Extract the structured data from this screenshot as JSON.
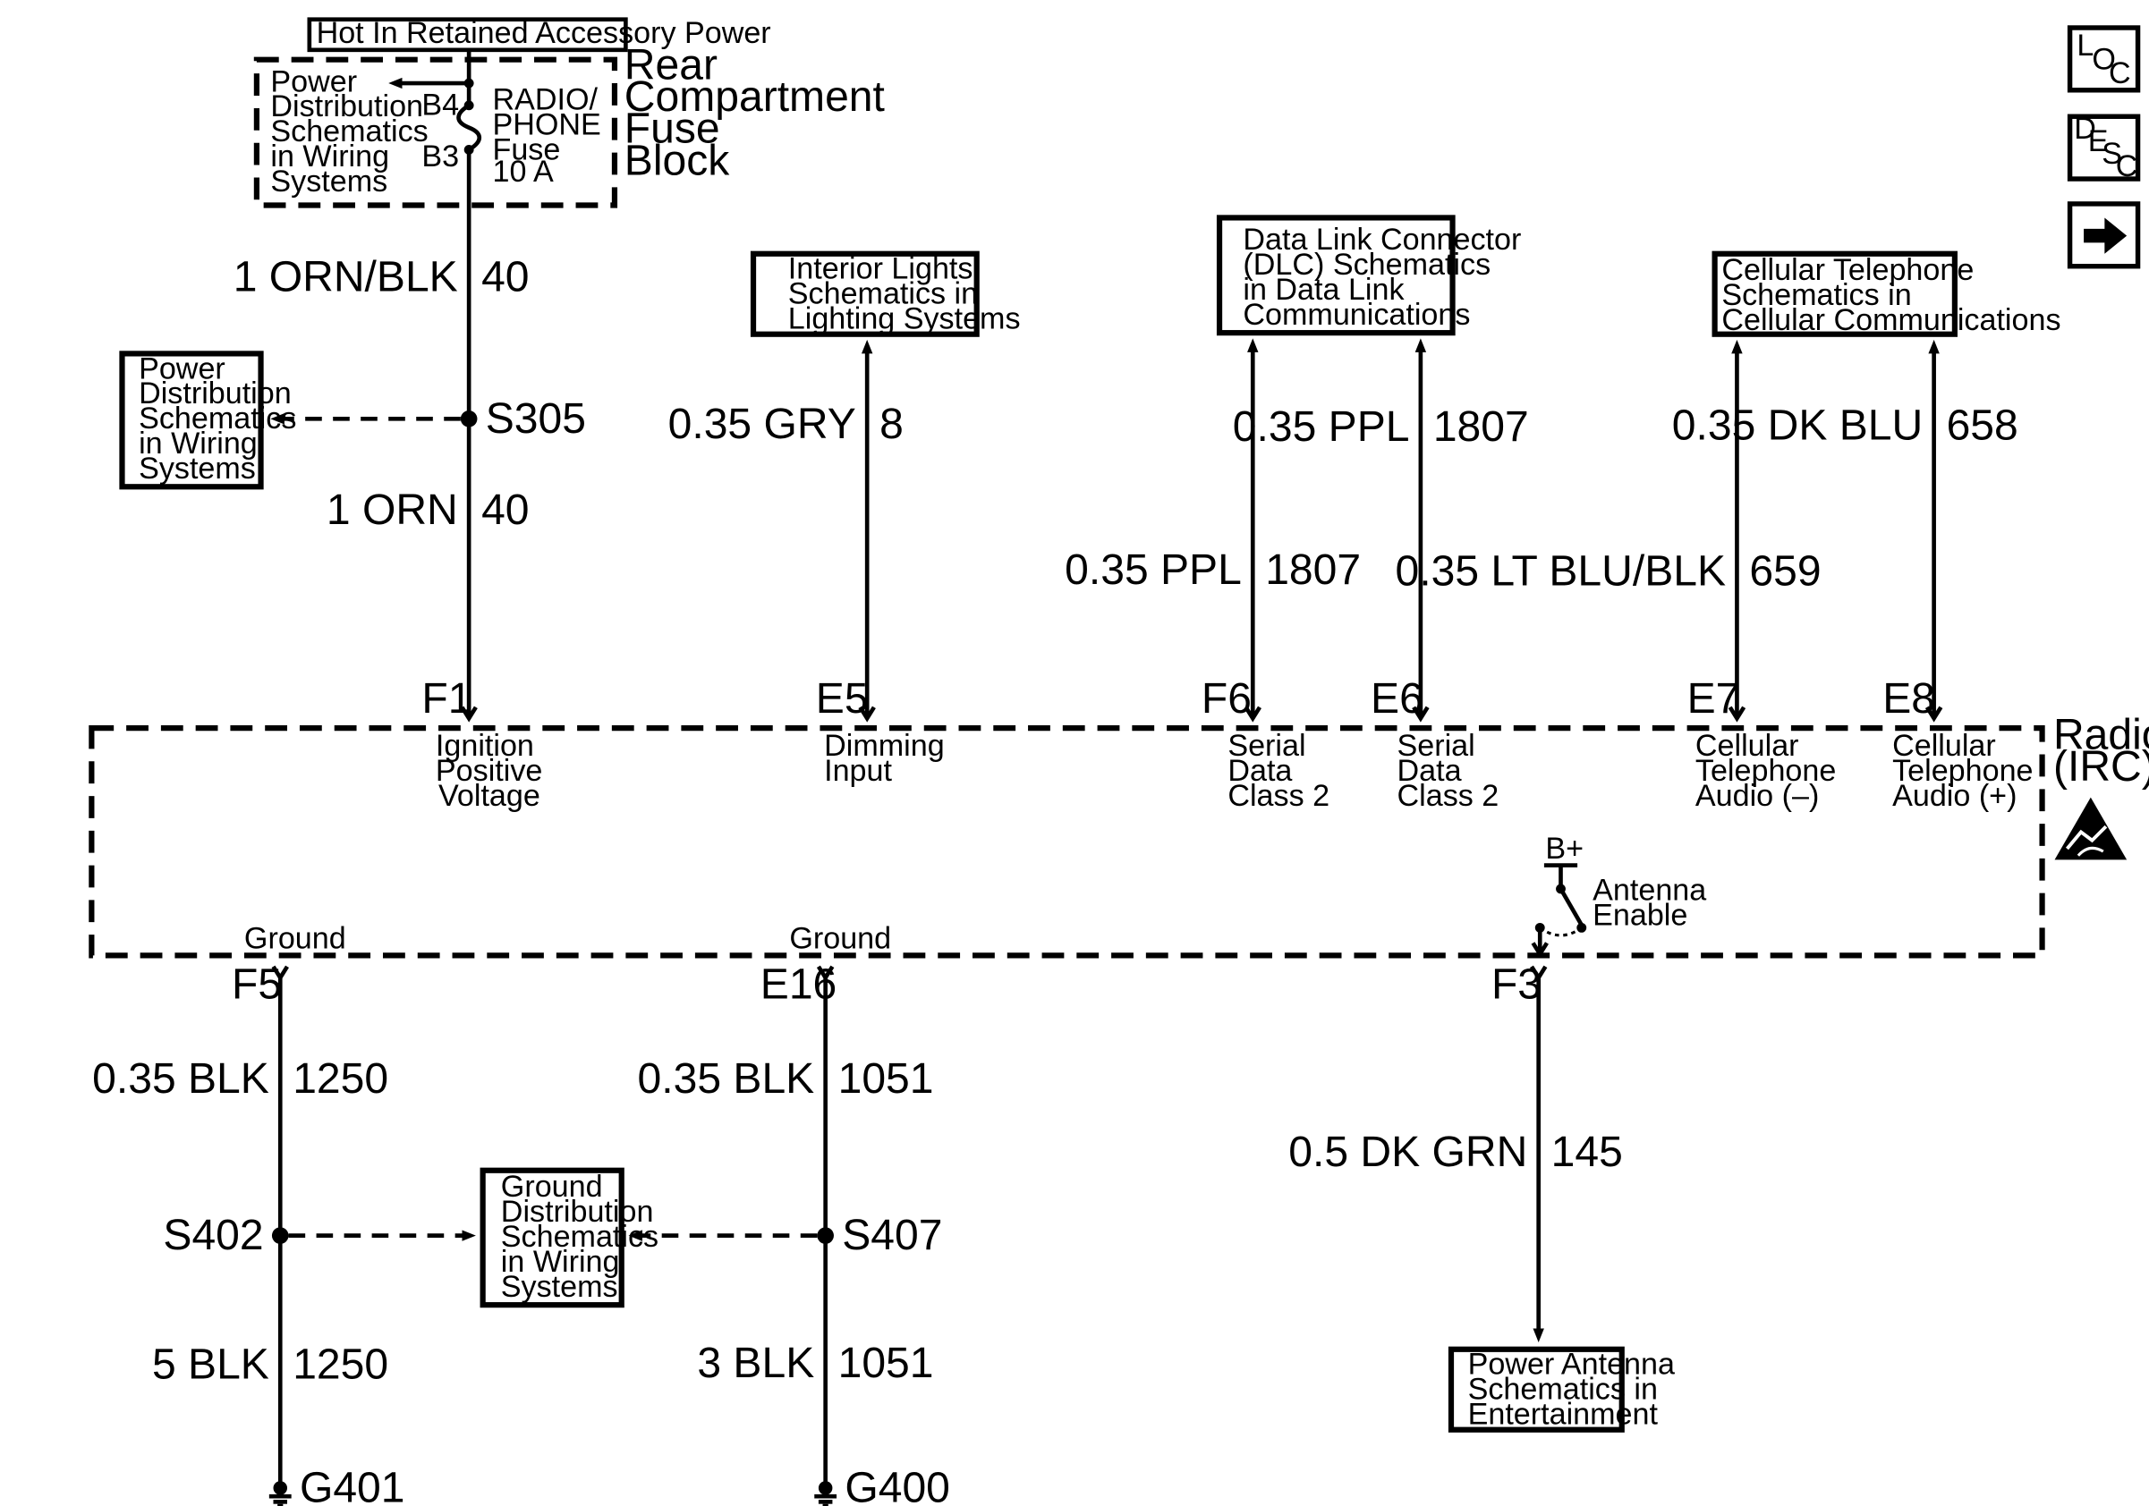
{
  "accessory_power": "Hot In Retained Accessory Power",
  "fuse_block": {
    "name_lines": [
      "Rear",
      "Compartment",
      "Fuse",
      "Block"
    ],
    "ref_lines": [
      "Power",
      "Distribution",
      "Schematics",
      "in Wiring",
      "Systems"
    ],
    "pin_top": "B4",
    "pin_bottom": "B3",
    "fuse_lines": [
      "RADIO/",
      "PHONE",
      "Fuse",
      "10 A"
    ]
  },
  "power_ref_s305_lines": [
    "Power",
    "Distribution",
    "Schematics",
    "in Wiring",
    "Systems"
  ],
  "wires": {
    "f1_upper": {
      "gauge_color": "1 ORN/BLK",
      "circuit": "40"
    },
    "f1_lower": {
      "gauge_color": "1 ORN",
      "circuit": "40"
    },
    "e5": {
      "gauge_color": "0.35 GRY",
      "circuit": "8"
    },
    "f6": {
      "gauge_color": "0.35 PPL",
      "circuit": "1807"
    },
    "e6": {
      "gauge_color": "0.35 PPL",
      "circuit": "1807"
    },
    "e7": {
      "gauge_color": "0.35 LT BLU/BLK",
      "circuit": "659"
    },
    "e8": {
      "gauge_color": "0.35 DK BLU",
      "circuit": "658"
    },
    "f5_upper": {
      "gauge_color": "0.35 BLK",
      "circuit": "1250"
    },
    "f5_lower": {
      "gauge_color": "5 BLK",
      "circuit": "1250"
    },
    "e16_upper": {
      "gauge_color": "0.35 BLK",
      "circuit": "1051"
    },
    "e16_lower": {
      "gauge_color": "3 BLK",
      "circuit": "1051"
    },
    "f3": {
      "gauge_color": "0.5 DK GRN",
      "circuit": "145"
    }
  },
  "splices": {
    "s305": "S305",
    "s402": "S402",
    "s407": "S407"
  },
  "grounds": {
    "g401": "G401",
    "g400": "G400"
  },
  "refs": {
    "interior_lights": [
      "Interior Lights",
      "Schematics in",
      "Lighting Systems"
    ],
    "dlc": [
      "Data Link Connector",
      "(DLC) Schematics",
      "in Data Link",
      "Communications"
    ],
    "cellular": [
      "Cellular Telephone",
      "Schematics in",
      "Cellular Communications"
    ],
    "ground_dist": [
      "Ground",
      "Distribution",
      "Schematics",
      "in Wiring",
      "Systems"
    ],
    "power_antenna": [
      "Power Antenna",
      "Schematics in",
      "Entertainment"
    ]
  },
  "radio": {
    "name_lines": [
      "Radio",
      "(IRC)"
    ],
    "pins": {
      "F1": {
        "id": "F1",
        "lines": [
          "Ignition",
          "Positive",
          "Voltage"
        ]
      },
      "E5": {
        "id": "E5",
        "lines": [
          "Dimming",
          "Input"
        ]
      },
      "F6": {
        "id": "F6",
        "lines": [
          "Serial",
          "Data",
          "Class 2"
        ]
      },
      "E6": {
        "id": "E6",
        "lines": [
          "Serial",
          "Data",
          "Class 2"
        ]
      },
      "E7": {
        "id": "E7",
        "lines": [
          "Cellular",
          "Telephone",
          "Audio (–)"
        ]
      },
      "E8": {
        "id": "E8",
        "lines": [
          "Cellular",
          "Telephone",
          "Audio (+)"
        ]
      },
      "F5": {
        "id": "F5",
        "label": "Ground"
      },
      "E16": {
        "id": "E16",
        "label": "Ground"
      },
      "F3": {
        "id": "F3"
      }
    },
    "bplus": "B+",
    "antenna_lines": [
      "Antenna",
      "Enable"
    ]
  },
  "nav_buttons": {
    "loc": [
      "L",
      "O",
      "C"
    ],
    "desc": [
      "D",
      "E",
      "S",
      "C"
    ],
    "next_icon": "arrow-right-icon"
  }
}
